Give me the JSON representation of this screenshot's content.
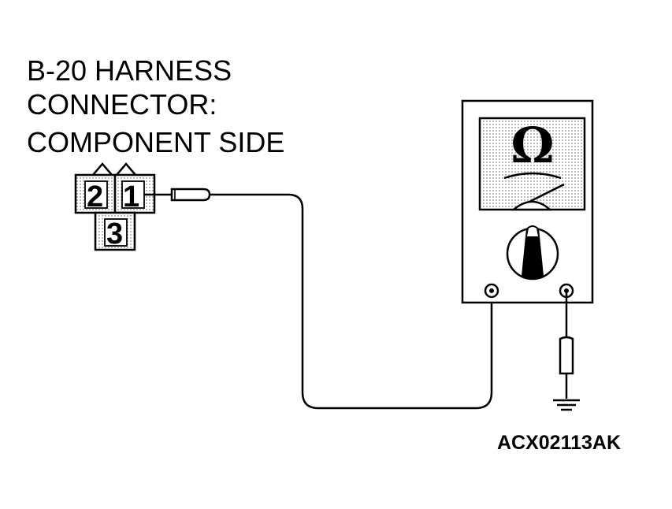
{
  "title": {
    "line1": "B-20 HARNESS",
    "line2": "CONNECTOR:",
    "line3": "COMPONENT SIDE"
  },
  "connector": {
    "pins": [
      "2",
      "1",
      "3"
    ]
  },
  "meter": {
    "unit_symbol": "Ω"
  },
  "figure_code": "ACX02113AK",
  "icons": {
    "meter": "ohmmeter-icon",
    "ground": "ground-icon",
    "probe": "test-probe-icon"
  }
}
